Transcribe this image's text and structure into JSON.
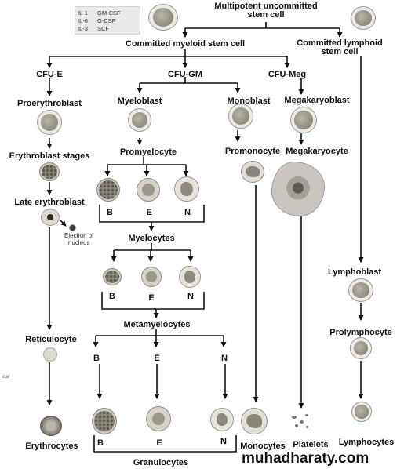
{
  "cytokines": [
    {
      "code": "IL-1",
      "factor": "GM-CSF"
    },
    {
      "code": "IL-6",
      "factor": "G-CSF"
    },
    {
      "code": "IL-3",
      "factor": "SCF"
    }
  ],
  "labels": {
    "multipotent": "Multipotent uncommitted\nstem cell",
    "myeloid": "Committed myeloid stem cell",
    "lymphoid": "Committed lymphoid\nstem cell",
    "cfu_e": "CFU-E",
    "cfu_gm": "CFU-GM",
    "cfu_meg": "CFU-Meg",
    "proerythroblast": "Proerythroblast",
    "erythroblast_stages": "Erythroblast stages",
    "late_erythroblast": "Late erythroblast",
    "ejection": "Ejection of\nnucleus",
    "reticulocyte": "Reticulocyte",
    "erythrocytes": "Erythrocytes",
    "myeloblast": "Myeloblast",
    "promyelocyte": "Promyelocyte",
    "myelocytes": "Myelocytes",
    "metamyelocytes": "Metamyelocytes",
    "granulocytes": "Granulocytes",
    "monoblast": "Monoblast",
    "promonocyte": "Promonocyte",
    "monocytes": "Monocytes",
    "megakaryoblast": "Megakaryoblast",
    "megakaryocyte": "Megakaryocyte",
    "platelets": "Platelets",
    "lymphoblast": "Lymphoblast",
    "prolymphocyte": "Prolymphocyte",
    "lymphocytes": "Lymphocytes",
    "b": "B",
    "e": "E",
    "n": "N",
    "footnote": "ical",
    "watermark": "muhadharaty.com"
  }
}
